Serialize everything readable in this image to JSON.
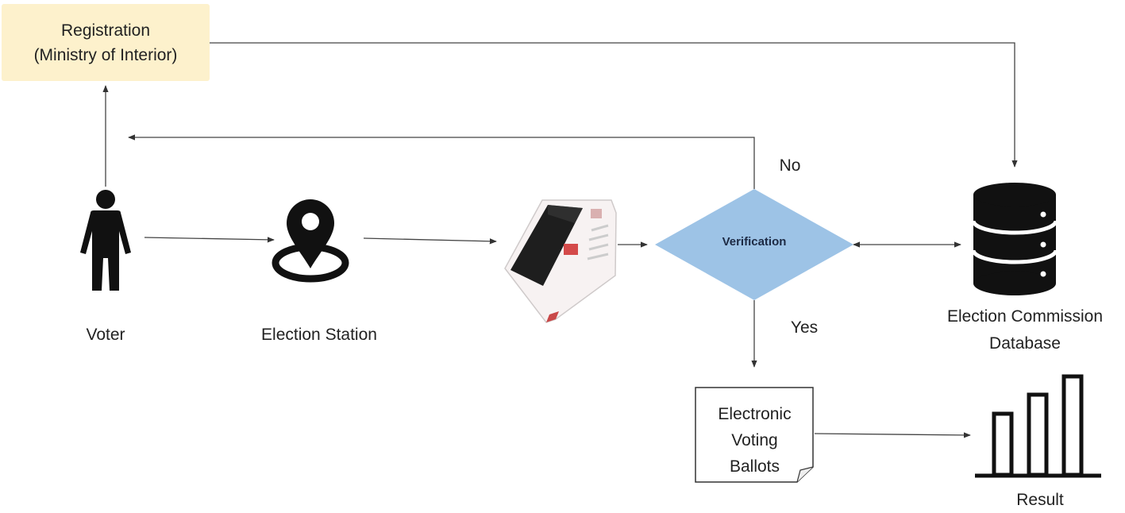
{
  "registration": {
    "line1": "Registration",
    "line2": "(Ministry of Interior)"
  },
  "nodes": {
    "voter": "Voter",
    "station": "Election Station",
    "verification": "Verification",
    "database_line1": "Election Commission",
    "database_line2": "Database",
    "ballots_line1": "Electronic",
    "ballots_line2": "Voting",
    "ballots_line3": "Ballots",
    "result": "Result"
  },
  "edges": {
    "no": "No",
    "yes": "Yes"
  },
  "colors": {
    "registration_fill": "#fdf1cc",
    "diamond_fill": "#9dc3e6",
    "line": "#333333",
    "icon": "#111111"
  },
  "icons": [
    "person-icon",
    "location-pin-icon",
    "voting-machine-icon",
    "database-icon",
    "bar-chart-icon",
    "document-icon"
  ]
}
